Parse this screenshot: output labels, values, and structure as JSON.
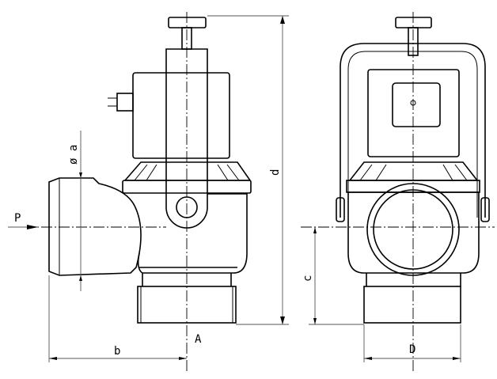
{
  "drawing": {
    "labels": {
      "pressure": "P",
      "diameter_a": "ø a",
      "height_d": "d",
      "length_b": "b",
      "axis_a": "A",
      "height_c": "c",
      "diameter_d": "D"
    }
  }
}
